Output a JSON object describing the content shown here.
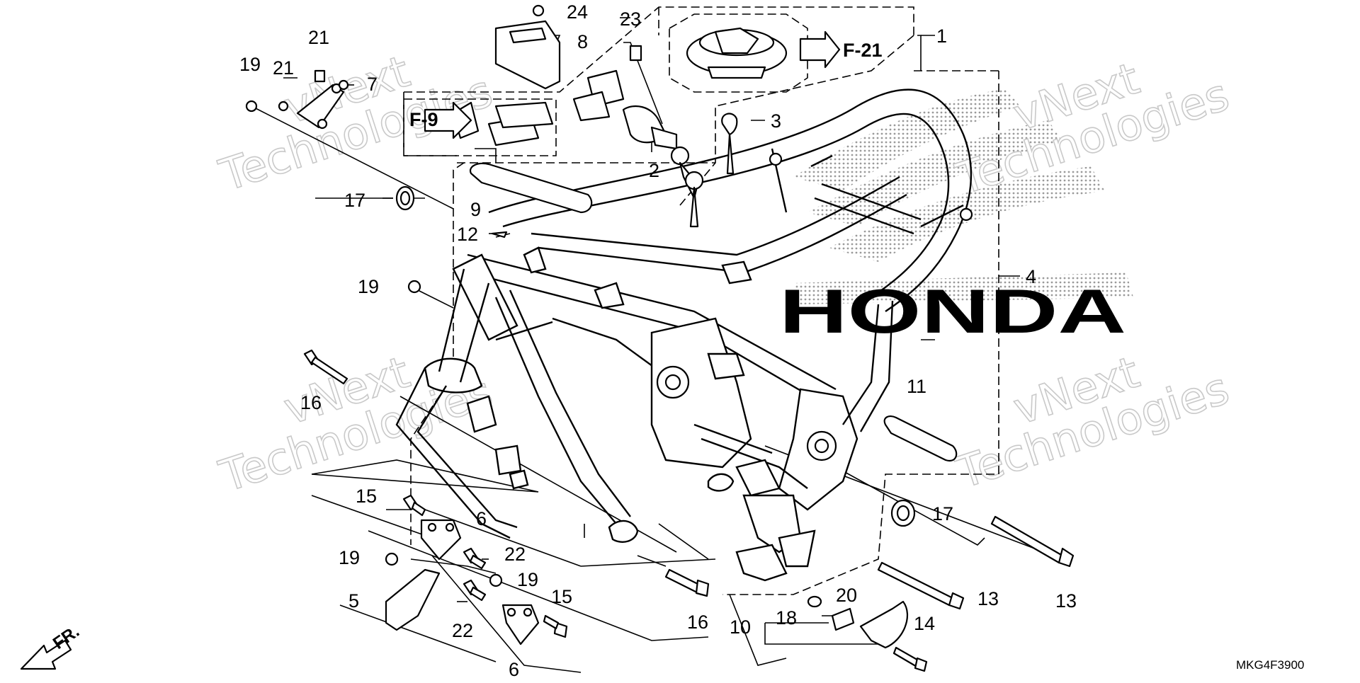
{
  "diagram": {
    "callouts": [
      "1",
      "2",
      "3",
      "4",
      "5",
      "6",
      "6",
      "7",
      "8",
      "9",
      "10",
      "11",
      "12",
      "13",
      "13",
      "14",
      "15",
      "15",
      "16",
      "16",
      "17",
      "17",
      "18",
      "19",
      "19",
      "19",
      "19",
      "20",
      "21",
      "21",
      "22",
      "22",
      "23",
      "24"
    ],
    "refs": {
      "fuel_cap": "F-21",
      "seat": "F-9"
    },
    "direction": "FR.",
    "code": "MKG4F3900",
    "brand_mark": "HONDA",
    "watermark": {
      "line1": "vNext",
      "line2": "Technologies"
    }
  }
}
